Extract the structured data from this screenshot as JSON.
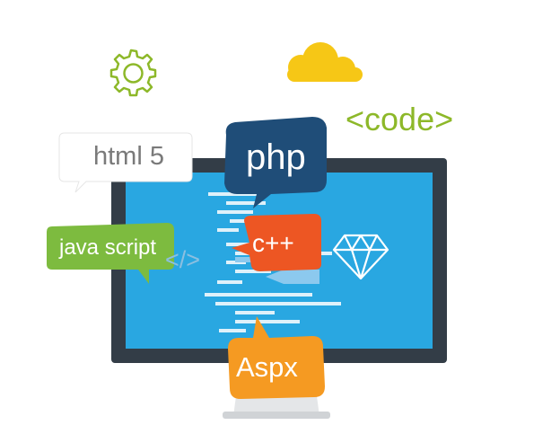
{
  "labels": {
    "html5": "html 5",
    "php": "php",
    "cpp": "c++",
    "javascript": "java script",
    "aspx": "Aspx",
    "code": "<code>",
    "slash_tag": "</>"
  },
  "icons": [
    "gear-icon",
    "cloud-icon",
    "diamond-icon"
  ],
  "colors": {
    "monitor_frame": "#333d47",
    "screen": "#29a7e1",
    "php_bubble": "#1f4d78",
    "cpp_bubble": "#ed5623",
    "javascript_bubble": "#7dbb3f",
    "aspx_bubble": "#f59a22",
    "cloud": "#f6c716",
    "gear": "#8db829",
    "code_text": "#8db829"
  }
}
